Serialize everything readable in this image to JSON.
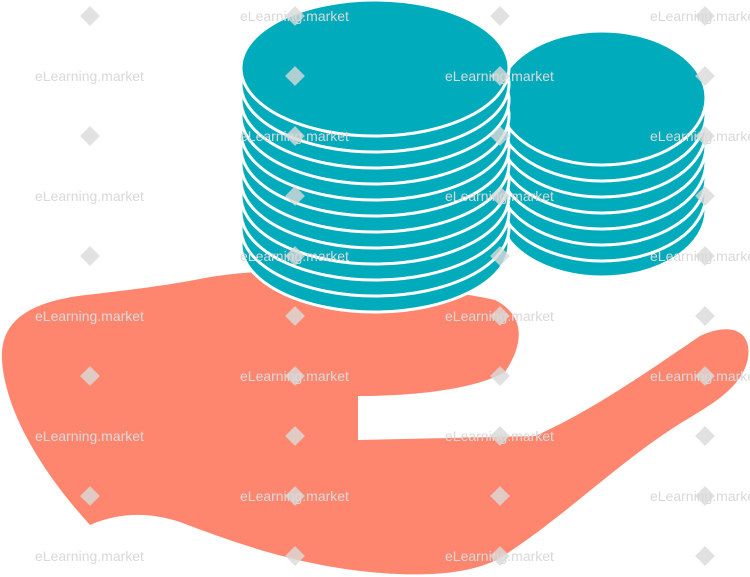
{
  "illustration": {
    "subject_icon": "hand-holding-coins-icon",
    "colors": {
      "coins": "#00ACBB",
      "coin_gap": "#ffffff",
      "hand": "#FF866E",
      "background": "#ffffff",
      "watermark": "#d9d9d9"
    },
    "coin_stacks": [
      {
        "name": "left-stack",
        "coin_count": 12
      },
      {
        "name": "right-stack",
        "coin_count": 8
      }
    ]
  },
  "watermark": {
    "text": "eLearning.market"
  }
}
